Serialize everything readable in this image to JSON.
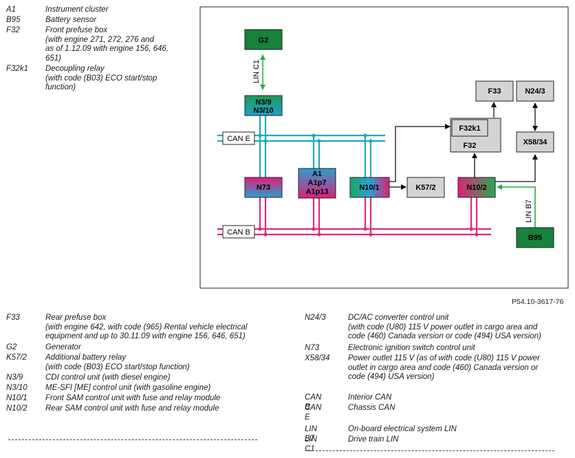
{
  "legend_top": [
    {
      "code": "A1",
      "desc": "Instrument cluster"
    },
    {
      "code": "B95",
      "desc": "Battery sensor"
    },
    {
      "code": "F32",
      "desc": "Front prefuse box\n(with engine 271, 272, 276 and\nas of 1.12.09 with engine 156, 646,\n651)"
    },
    {
      "code": "F32k1",
      "desc": "Decoupling relay\n(with code (B03) ECO start/stop\nfunction)"
    }
  ],
  "legend_bottom_left": [
    {
      "code": "F33",
      "desc": "Rear prefuse box\n(with engine 642, with code (965) Rental vehicle electrical\nequipment and up to 30.11.09 with engine 156, 646, 651)"
    },
    {
      "code": "G2",
      "desc": "Generator"
    },
    {
      "code": "K57/2",
      "desc": "Additional battery relay\n(with code (B03) ECO start/stop function)"
    },
    {
      "code": "N3/9",
      "desc": "CDI control unit (with diesel engine)"
    },
    {
      "code": "N3/10",
      "desc": "ME-SFI [ME] control unit (with gasoline engine)"
    },
    {
      "code": "N10/1",
      "desc": "Front SAM control unit with fuse and relay module"
    },
    {
      "code": "N10/2",
      "desc": "Rear SAM control unit with fuse and relay module"
    }
  ],
  "legend_bottom_right": [
    {
      "code": "N24/3",
      "desc": "DC/AC converter control unit\n(with code (U80) 115 V power outlet in cargo area and\ncode (460) Canada version or code (494) USA version)"
    },
    {
      "code": "N73",
      "desc": "Electronic ignition switch control unit"
    },
    {
      "code": "X58/34",
      "desc": "Power outlet 115 V (as of with code (U80) 115 V power\noutlet in cargo area and code (460) Canada version or\ncode (494) USA version)"
    },
    {
      "code": "CAN B",
      "desc": "Interior CAN"
    },
    {
      "code": "CAN E",
      "desc": "Chassis CAN"
    },
    {
      "code": "LIN B7",
      "desc": "On-board electrical system LIN"
    },
    {
      "code": "LIN C1",
      "desc": "Drive train LIN"
    }
  ],
  "figure_id": "P54.10-3617-76",
  "diagram": {
    "bus_labels": {
      "can_e": "CAN E",
      "can_b": "CAN B",
      "lin_c1": "LIN C1",
      "lin_b7": "LIN B7"
    },
    "boxes": {
      "g2": "G2",
      "n3": [
        "N3/9",
        "N3/10"
      ],
      "n73": "N73",
      "a1": [
        "A1",
        "A1p7",
        "A1p13"
      ],
      "n10_1": "N10/1",
      "k57_2": "K57/2",
      "f33": "F33",
      "n24_3": "N24/3",
      "f32": "F32",
      "f32k1": "F32k1",
      "x58_34": "X58/34",
      "n10_2": "N10/2",
      "b95": "B95"
    }
  },
  "colors": {
    "can_e": "#1fa8be",
    "can_b": "#e0287a",
    "lin": "#2ca84a",
    "generator_green": "#17823a",
    "gray_box": "#d4d4d4"
  }
}
